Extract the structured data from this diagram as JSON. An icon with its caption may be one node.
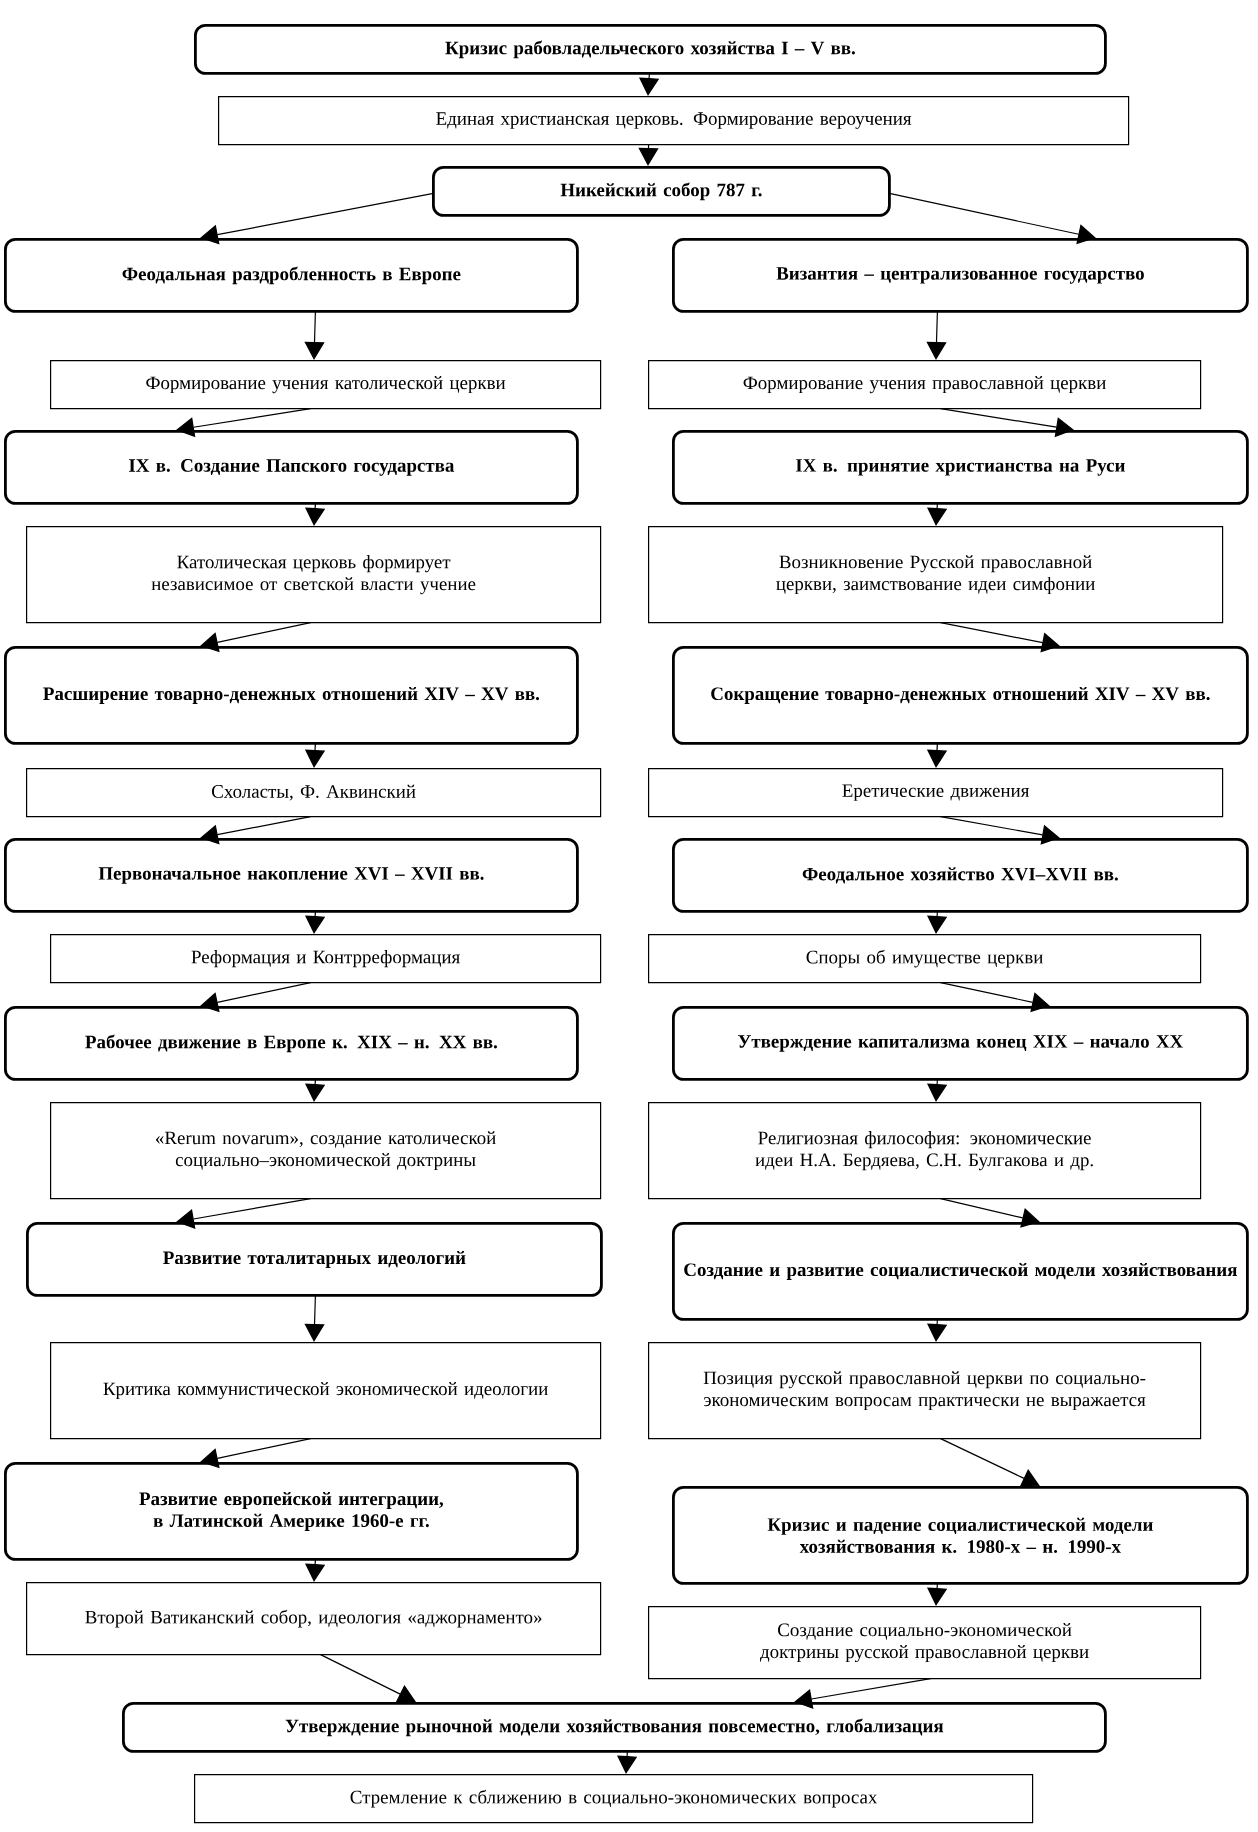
{
  "diagram": {
    "nodes": [
      {
        "text": [
          "Кризис рабовладельческого хозяйства I – V вв."
        ]
      },
      {
        "text": [
          "Единая христианская церковь. Формирование вероучения"
        ]
      },
      {
        "text": [
          "Никейский собор 787 г."
        ]
      },
      {
        "text": [
          "Феодальная раздробленность в Европе"
        ]
      },
      {
        "text": [
          "Византия – централизованное государство"
        ]
      },
      {
        "text": [
          "Формирование учения католической церкви"
        ]
      },
      {
        "text": [
          "Формирование учения православной церкви"
        ]
      },
      {
        "text": [
          "IX в. Создание Папского государства"
        ]
      },
      {
        "text": [
          "IX в. принятие христианства на Руси"
        ]
      },
      {
        "text": [
          "Католическая церковь формирует независимое от светской власти учение"
        ]
      },
      {
        "text": [
          "Возникновение Русской православной церкви, заимствование идеи симфонии"
        ]
      },
      {
        "text": [
          "Расширение товарно-денежных отношений XIV – XV вв."
        ]
      },
      {
        "text": [
          "Сокращение товарно-денежных отношений XIV – XV вв."
        ]
      },
      {
        "text": [
          "Схоласты, Ф. Аквинский"
        ]
      },
      {
        "text": [
          "Еретические движения"
        ]
      },
      {
        "text": [
          "Первоначальное накопление XVI – XVII вв."
        ]
      },
      {
        "text": [
          "Феодальное хозяйство XVI–XVII вв."
        ]
      },
      {
        "text": [
          "Реформация и Контрреформация"
        ]
      },
      {
        "text": [
          "Споры об имуществе церкви"
        ]
      },
      {
        "text": [
          "Рабочее движение в Европе к. XIX – н. XX вв."
        ]
      },
      {
        "text": [
          "Утверждение капитализма конец XIX – начало XX"
        ]
      },
      {
        "text": [
          "«Rerum novarum», создание католической социально–экономической доктрины"
        ]
      },
      {
        "text": [
          "Религиозная философия: экономические идеи Н.А. Бердяева, С.Н. Булгакова и др."
        ]
      },
      {
        "text": [
          "Развитие тоталитарных идеологий"
        ]
      },
      {
        "text": [
          "Создание и развитие социалистической модели хозяйствования"
        ]
      },
      {
        "text": [
          "Критика коммунистической экономической идеологии"
        ]
      },
      {
        "text": [
          "Позиция русской православной церкви по социально-экономическим вопросам практически не выражается"
        ]
      },
      {
        "text": [
          "Развитие европейской интеграции, в Латинской Америке 1960-е гг."
        ]
      },
      {
        "text": [
          "Кризис и падение социалистической модели хозяйствования к. 1980-х – н. 1990-х"
        ]
      },
      {
        "text": [
          "Второй Ватиканский собор, идеология «аджорнаменто»"
        ]
      },
      {
        "text": [
          "Создание социально-экономической доктрины русской православной церкви"
        ]
      },
      {
        "text": [
          "Утверждение рыночной модели хозяйствования повсеместно, глобализация"
        ]
      },
      {
        "text": [
          "Стремление к сближению в социально-экономических вопросах"
        ]
      }
    ],
    "edges": [
      {
        "from": 0,
        "to": 1,
        "arrow": "to"
      },
      {
        "from": 1,
        "to": 2,
        "arrow": "to"
      },
      {
        "from": 2,
        "to": 3,
        "arrow": "to"
      },
      {
        "from": 2,
        "to": 4,
        "arrow": "to"
      },
      {
        "from": 3,
        "to": 5,
        "arrow": "to"
      },
      {
        "from": 4,
        "to": 6,
        "arrow": "to"
      },
      {
        "from": 5,
        "to": 7,
        "arrow": "to"
      },
      {
        "from": 6,
        "to": 8,
        "arrow": "to"
      },
      {
        "from": 7,
        "to": 9,
        "arrow": "to"
      },
      {
        "from": 8,
        "to": 10,
        "arrow": "to"
      },
      {
        "from": 9,
        "to": 11,
        "arrow": "to"
      },
      {
        "from": 10,
        "to": 12,
        "arrow": "to"
      },
      {
        "from": 11,
        "to": 13,
        "arrow": "to"
      },
      {
        "from": 12,
        "to": 14,
        "arrow": "to"
      },
      {
        "from": 13,
        "to": 15,
        "arrow": "to"
      },
      {
        "from": 14,
        "to": 16,
        "arrow": "to"
      },
      {
        "from": 15,
        "to": 17,
        "arrow": "to"
      },
      {
        "from": 16,
        "to": 18,
        "arrow": "to"
      },
      {
        "from": 17,
        "to": 19,
        "arrow": "to"
      },
      {
        "from": 18,
        "to": 20,
        "arrow": "to"
      },
      {
        "from": 19,
        "to": 21,
        "arrow": "to"
      },
      {
        "from": 20,
        "to": 22,
        "arrow": "to"
      },
      {
        "from": 21,
        "to": 23,
        "arrow": "to"
      },
      {
        "from": 22,
        "to": 24,
        "arrow": "to"
      },
      {
        "from": 23,
        "to": 25,
        "arrow": "to"
      },
      {
        "from": 24,
        "to": 26,
        "arrow": "to"
      },
      {
        "from": 25,
        "to": 27,
        "arrow": "to"
      },
      {
        "from": 26,
        "to": 28,
        "arrow": "to"
      },
      {
        "from": 27,
        "to": 29,
        "arrow": "to"
      },
      {
        "from": 28,
        "to": 30,
        "arrow": "to"
      },
      {
        "from": 29,
        "to": 31,
        "arrow": "to"
      },
      {
        "from": 30,
        "to": 31,
        "arrow": "to"
      },
      {
        "from": 31,
        "to": 32,
        "arrow": "to"
      }
    ]
  }
}
